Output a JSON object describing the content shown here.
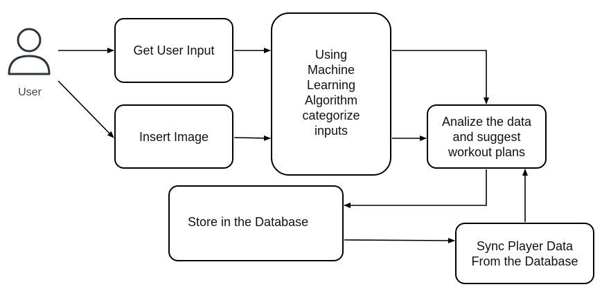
{
  "actor": {
    "label": "User",
    "icon": "user-icon"
  },
  "nodes": {
    "get_input": "Get User Input",
    "insert_image": "Insert Image",
    "ml": "Using\nMachine\nLearning\nAlgorithm\ncategorize\ninputs",
    "analyze": "Analize the data\nand suggest\nworkout plans",
    "store": "Store in the Database",
    "sync": "Sync Player Data\nFrom the Database"
  },
  "edges": [
    {
      "from": "user",
      "to": "get_input"
    },
    {
      "from": "user",
      "to": "insert_image"
    },
    {
      "from": "get_input",
      "to": "ml"
    },
    {
      "from": "insert_image",
      "to": "ml"
    },
    {
      "from": "ml",
      "to": "analyze"
    },
    {
      "from": "ml",
      "to": "analyze"
    },
    {
      "from": "analyze",
      "to": "store"
    },
    {
      "from": "store",
      "to": "sync"
    },
    {
      "from": "sync",
      "to": "analyze"
    }
  ],
  "colors": {
    "stroke": "#000000",
    "actor": "#2b3440",
    "background": "#ffffff"
  }
}
